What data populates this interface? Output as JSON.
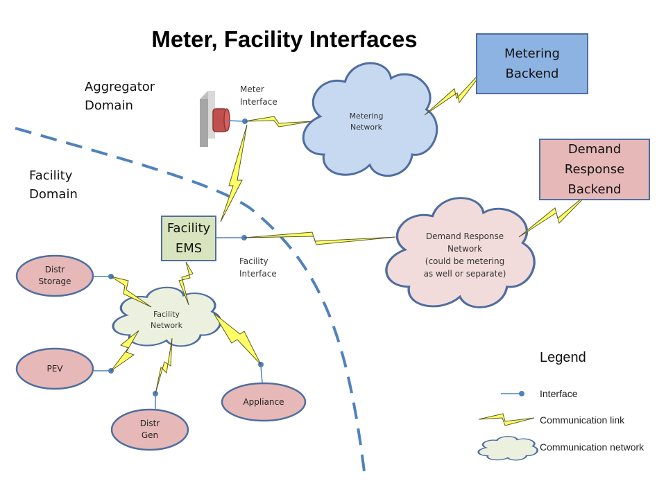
{
  "title": "Meter, Facility Interfaces",
  "domains": {
    "aggregator": [
      "Aggregator",
      "Domain"
    ],
    "facility": [
      "Facility",
      "Domain"
    ]
  },
  "interfaces": {
    "meter": [
      "Meter",
      "Interface"
    ],
    "facility": [
      "Facility",
      "Interface"
    ]
  },
  "backends": {
    "metering": [
      "Metering",
      "Backend"
    ],
    "demand_response": [
      "Demand",
      "Response",
      "Backend"
    ]
  },
  "ems": [
    "Facility",
    "EMS"
  ],
  "networks": {
    "metering": [
      "Metering",
      "Network"
    ],
    "demand_response": [
      "Demand Response",
      "Network",
      "(could be metering",
      "as well or separate)"
    ],
    "facility": [
      "Facility",
      "Network"
    ]
  },
  "devices": {
    "distr_storage": [
      "Distr",
      "Storage"
    ],
    "pev": "PEV",
    "distr_gen": [
      "Distr",
      "Gen"
    ],
    "appliance": "Appliance"
  },
  "legend": {
    "title": "Legend",
    "interface": "Interface",
    "link": "Communication link",
    "network": "Communication network"
  },
  "colors": {
    "metering_fill": "#8db3e2",
    "dr_backend_fill": "#e6b9b8",
    "ems_fill": "#d7e4bd",
    "device_fill": "#e6b9b8",
    "cloud_blue": "#c6d9f1",
    "cloud_pink": "#f2dcdb",
    "cloud_green": "#ebf1de",
    "border": "#4f6da0",
    "bolt": "#ffff66",
    "dash": "#4f81bd"
  }
}
